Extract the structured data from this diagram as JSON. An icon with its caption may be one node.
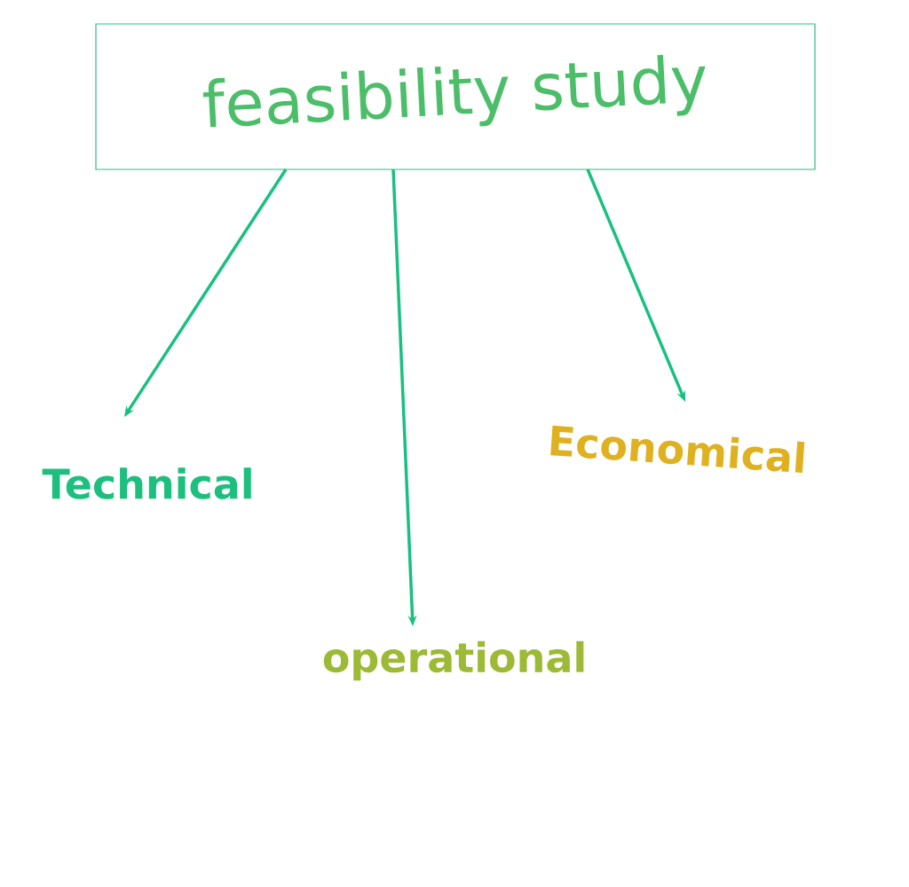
{
  "diagram": {
    "nodes": [
      {
        "text": [
          "feasibility study"
        ]
      },
      {
        "text": [
          "Technical"
        ]
      },
      {
        "text": [
          "operational"
        ]
      },
      {
        "text": [
          "Economical"
        ]
      }
    ],
    "edges": [
      {
        "from": 0,
        "to": 1,
        "arrow": "to"
      },
      {
        "from": 0,
        "to": 2,
        "arrow": "to"
      },
      {
        "from": 0,
        "to": 3,
        "arrow": "to"
      }
    ]
  }
}
